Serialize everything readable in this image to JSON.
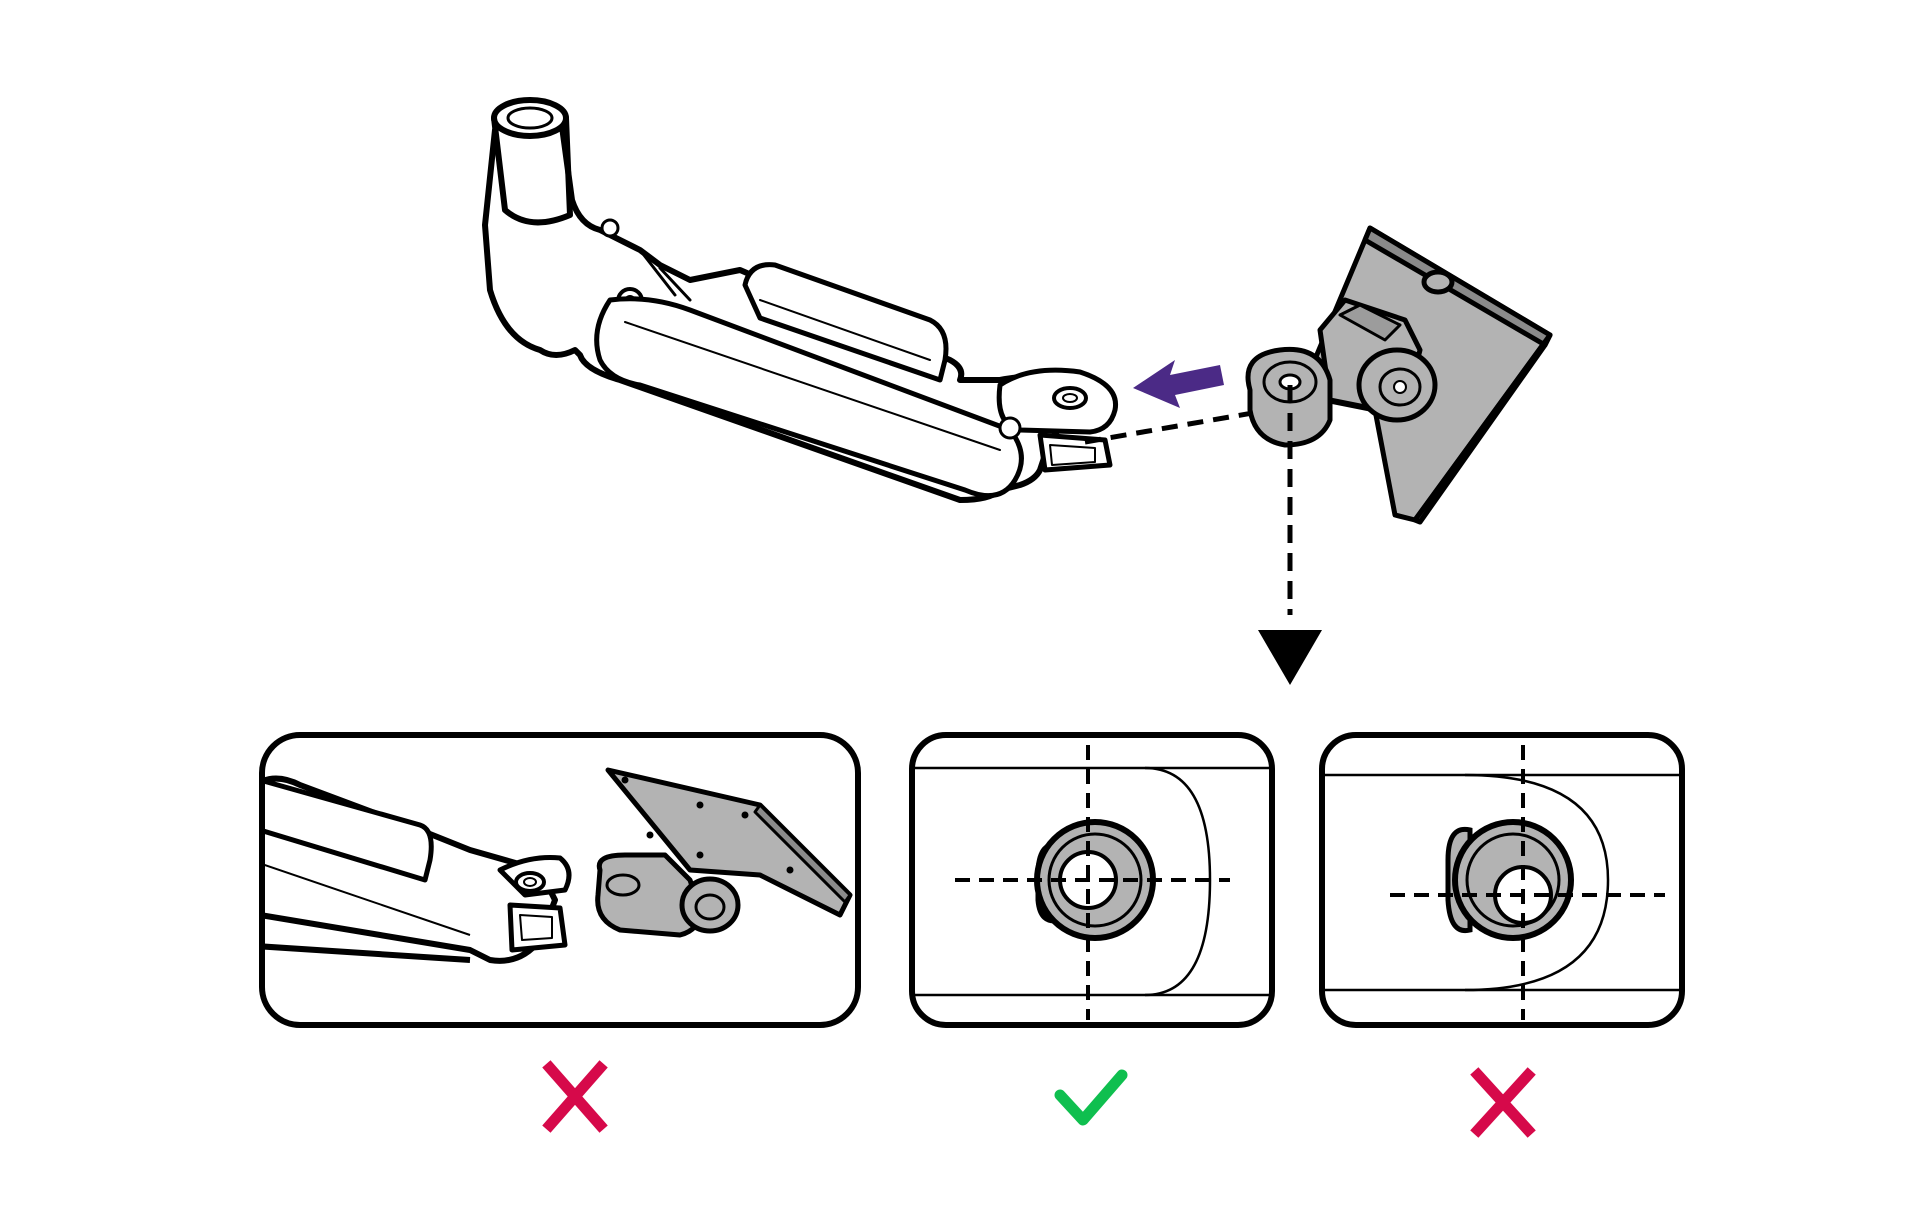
{
  "diagram": {
    "panels": [
      {
        "id": "wrong-approach",
        "verdict": "incorrect"
      },
      {
        "id": "aligned-holes",
        "verdict": "correct"
      },
      {
        "id": "misaligned-holes",
        "verdict": "incorrect"
      }
    ]
  },
  "colors": {
    "line": "#000000",
    "part_fill": "#b3b3b3",
    "arrow": "#4b2a86",
    "correct": "#0fbf4f",
    "incorrect": "#d6094a"
  },
  "icons": {
    "insert_arrow": "purple-arrow-icon",
    "down_arrow": "down-triangle-icon",
    "correct": "checkmark-icon",
    "incorrect": "cross-icon"
  }
}
